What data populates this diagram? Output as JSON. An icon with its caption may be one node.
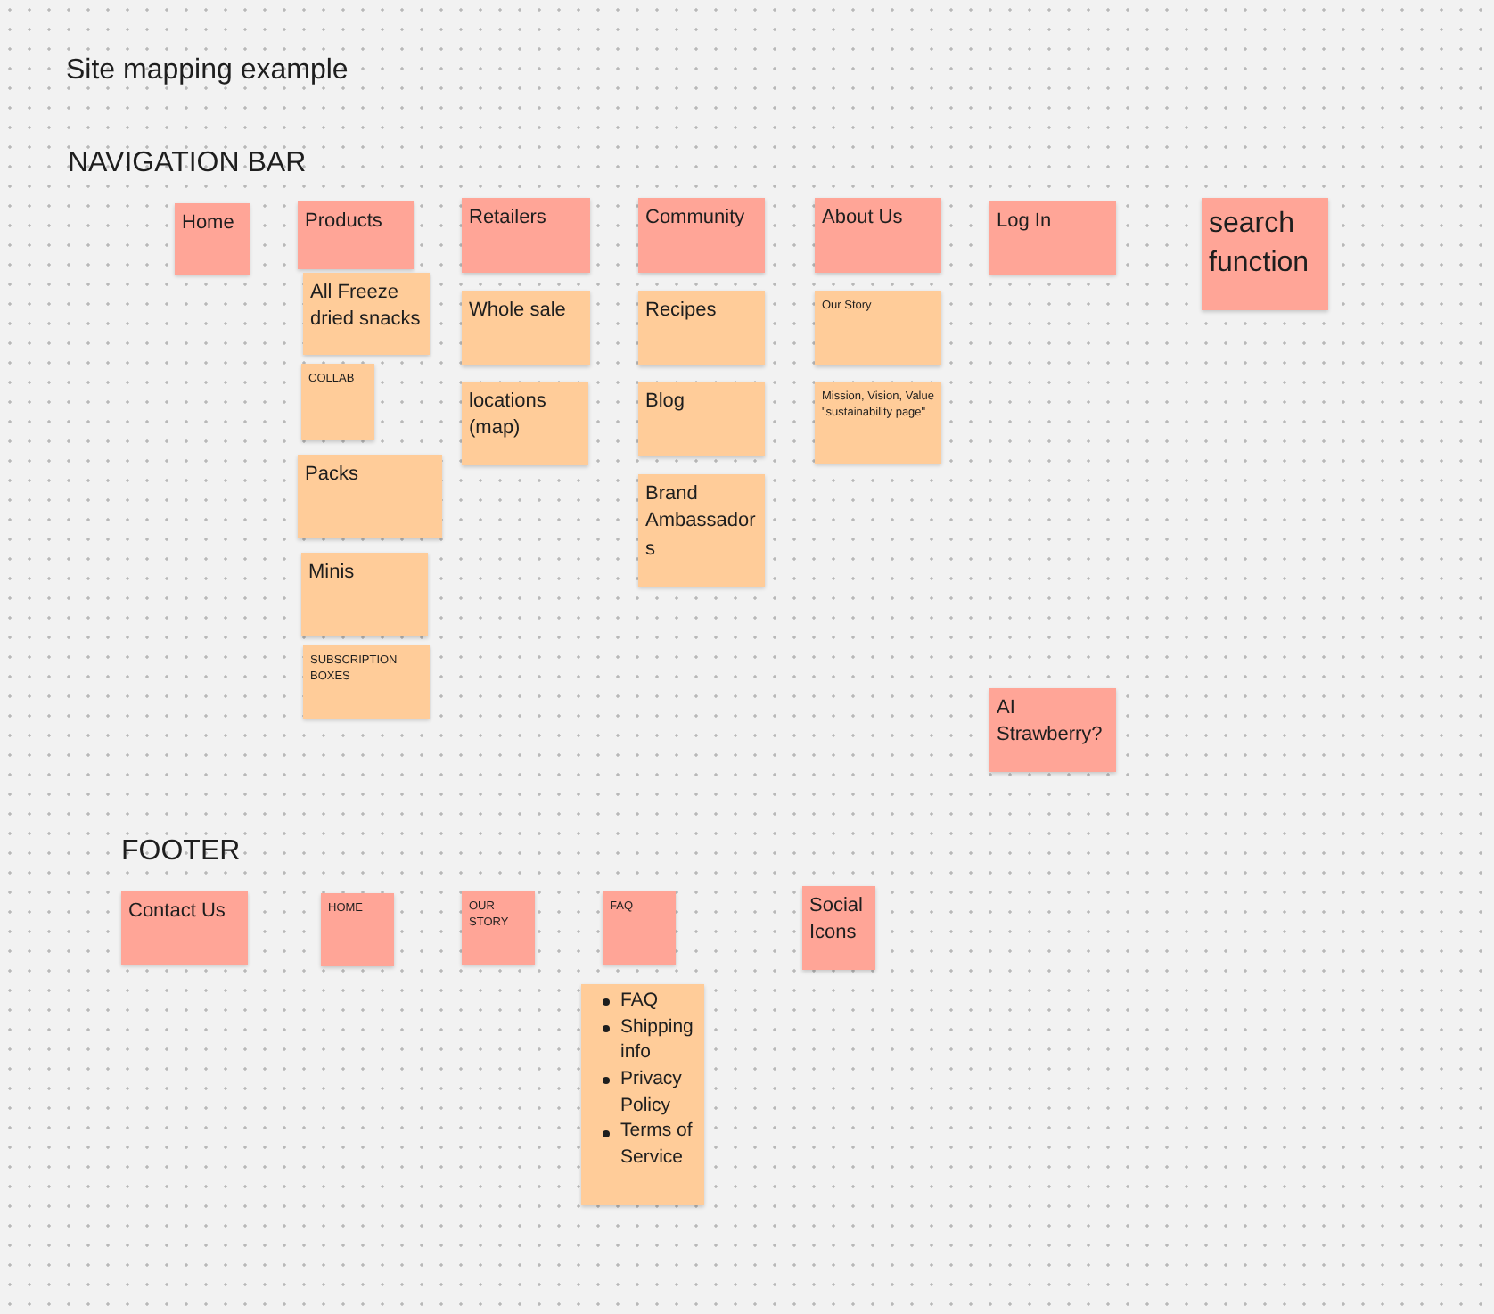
{
  "diagram": {
    "title": "Site mapping example",
    "nodes": [
      {
        "text": [
          "Home"
        ]
      },
      {
        "text": [
          "Products"
        ]
      },
      {
        "text": [
          "All Freeze dried snacks"
        ]
      },
      {
        "text": [
          "COLLAB"
        ]
      },
      {
        "text": [
          "Packs"
        ]
      },
      {
        "text": [
          "Minis"
        ]
      },
      {
        "text": [
          "SUBSCRIPTION BOXES"
        ]
      },
      {
        "text": [
          "Retailers"
        ]
      },
      {
        "text": [
          "Whole sale"
        ]
      },
      {
        "text": [
          "locations (map)"
        ]
      },
      {
        "text": [
          "Community"
        ]
      },
      {
        "text": [
          "Recipes"
        ]
      },
      {
        "text": [
          "Blog"
        ]
      },
      {
        "text": [
          "Brand Ambassadors"
        ]
      },
      {
        "text": [
          "About Us"
        ]
      },
      {
        "text": [
          "Our Story"
        ]
      },
      {
        "text": [
          "Mission, Vision, Value \"sustainability page\""
        ]
      },
      {
        "text": [
          "Log In"
        ]
      },
      {
        "text": [
          "search function"
        ]
      },
      {
        "text": [
          "AI Strawberry?"
        ]
      },
      {
        "text": [
          "Contact Us"
        ]
      },
      {
        "text": [
          "HOME"
        ]
      },
      {
        "text": [
          "OUR STORY"
        ]
      },
      {
        "text": [
          "FAQ"
        ]
      },
      {
        "text": [
          "FAQ",
          "Shipping info",
          "Privacy Policy",
          "Terms of Service"
        ]
      },
      {
        "text": [
          "Social Icons"
        ]
      }
    ],
    "labels": [
      "NAVIGATION BAR",
      "FOOTER"
    ]
  }
}
